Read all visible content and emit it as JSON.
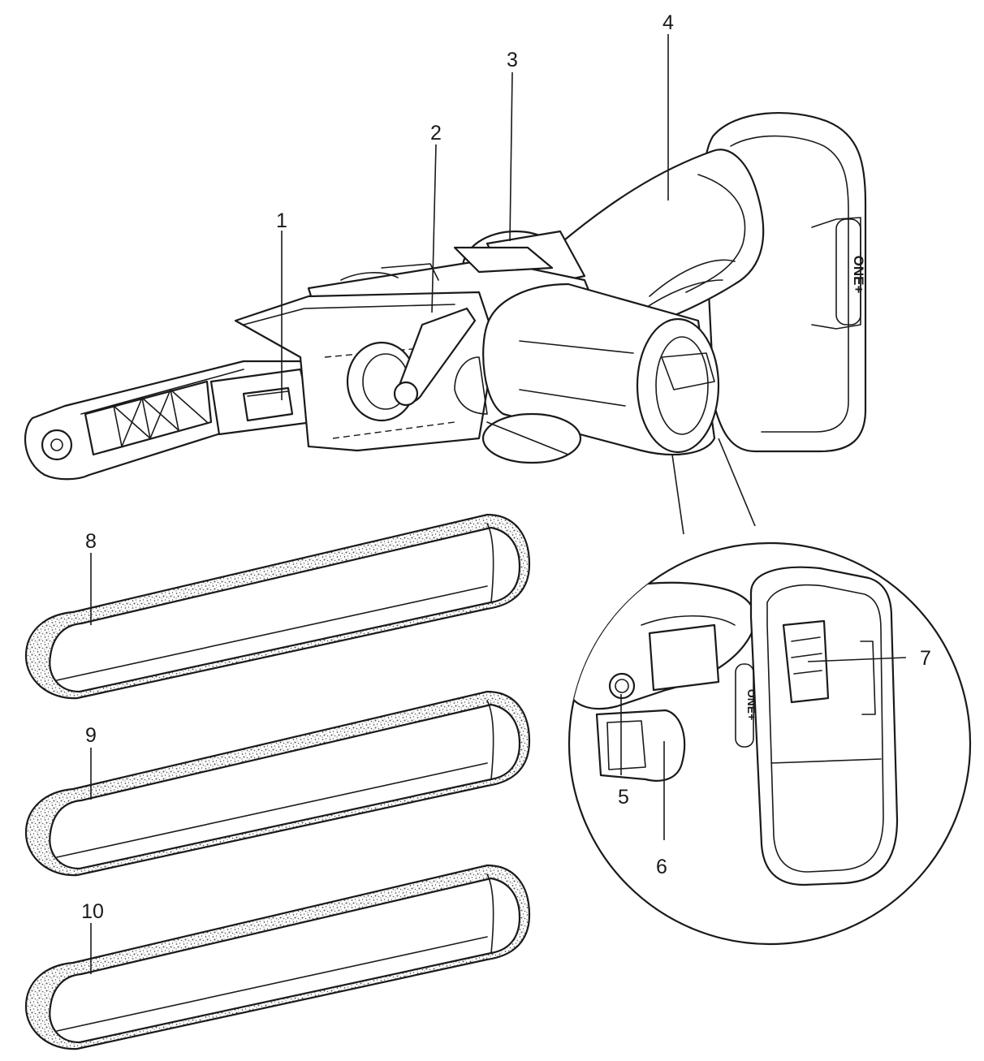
{
  "callouts": [
    "1",
    "2",
    "3",
    "4",
    "5",
    "6",
    "7",
    "8",
    "9",
    "10"
  ],
  "battery_logo": "ONE+",
  "colors": {
    "ink": "#1a1a1a",
    "paper": "#ffffff",
    "grit": "#555555"
  },
  "icons": [
    "belt-sander-drawing",
    "sanding-belt-drawing",
    "detail-magnifier-drawing"
  ]
}
